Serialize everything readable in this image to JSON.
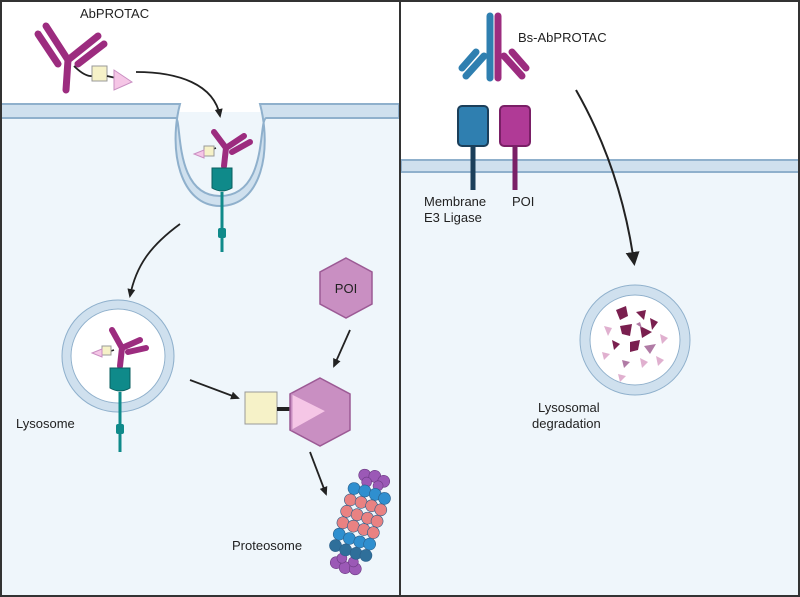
{
  "left_panel": {
    "label_abprotac": "AbPROTAC",
    "label_poi": "POI",
    "label_lysosome": "Lysosome",
    "label_proteosome": "Proteosome"
  },
  "right_panel": {
    "label_bs_abprotac": "Bs-AbPROTAC",
    "label_membrane_line1": "Membrane",
    "label_membrane_line2": "E3 Ligase",
    "label_poi": "POI",
    "label_lysosomal_line1": "Lysosomal",
    "label_lysosomal_line2": "degradation"
  },
  "colors": {
    "antibody_magenta": "#9c2c7f",
    "antibody_blue": "#2f7fb0",
    "receptor_teal": "#0f8a8a",
    "membrane_fill": "#cfe0ee",
    "membrane_stroke": "#8fb0cc",
    "cell_interior": "#eff6fb",
    "poi_pink": "#c98fc2",
    "linker_cream": "#f6f2c8",
    "warhead_pink": "#f5c6e6",
    "e3_dark_blue": "#1f6f9a"
  }
}
